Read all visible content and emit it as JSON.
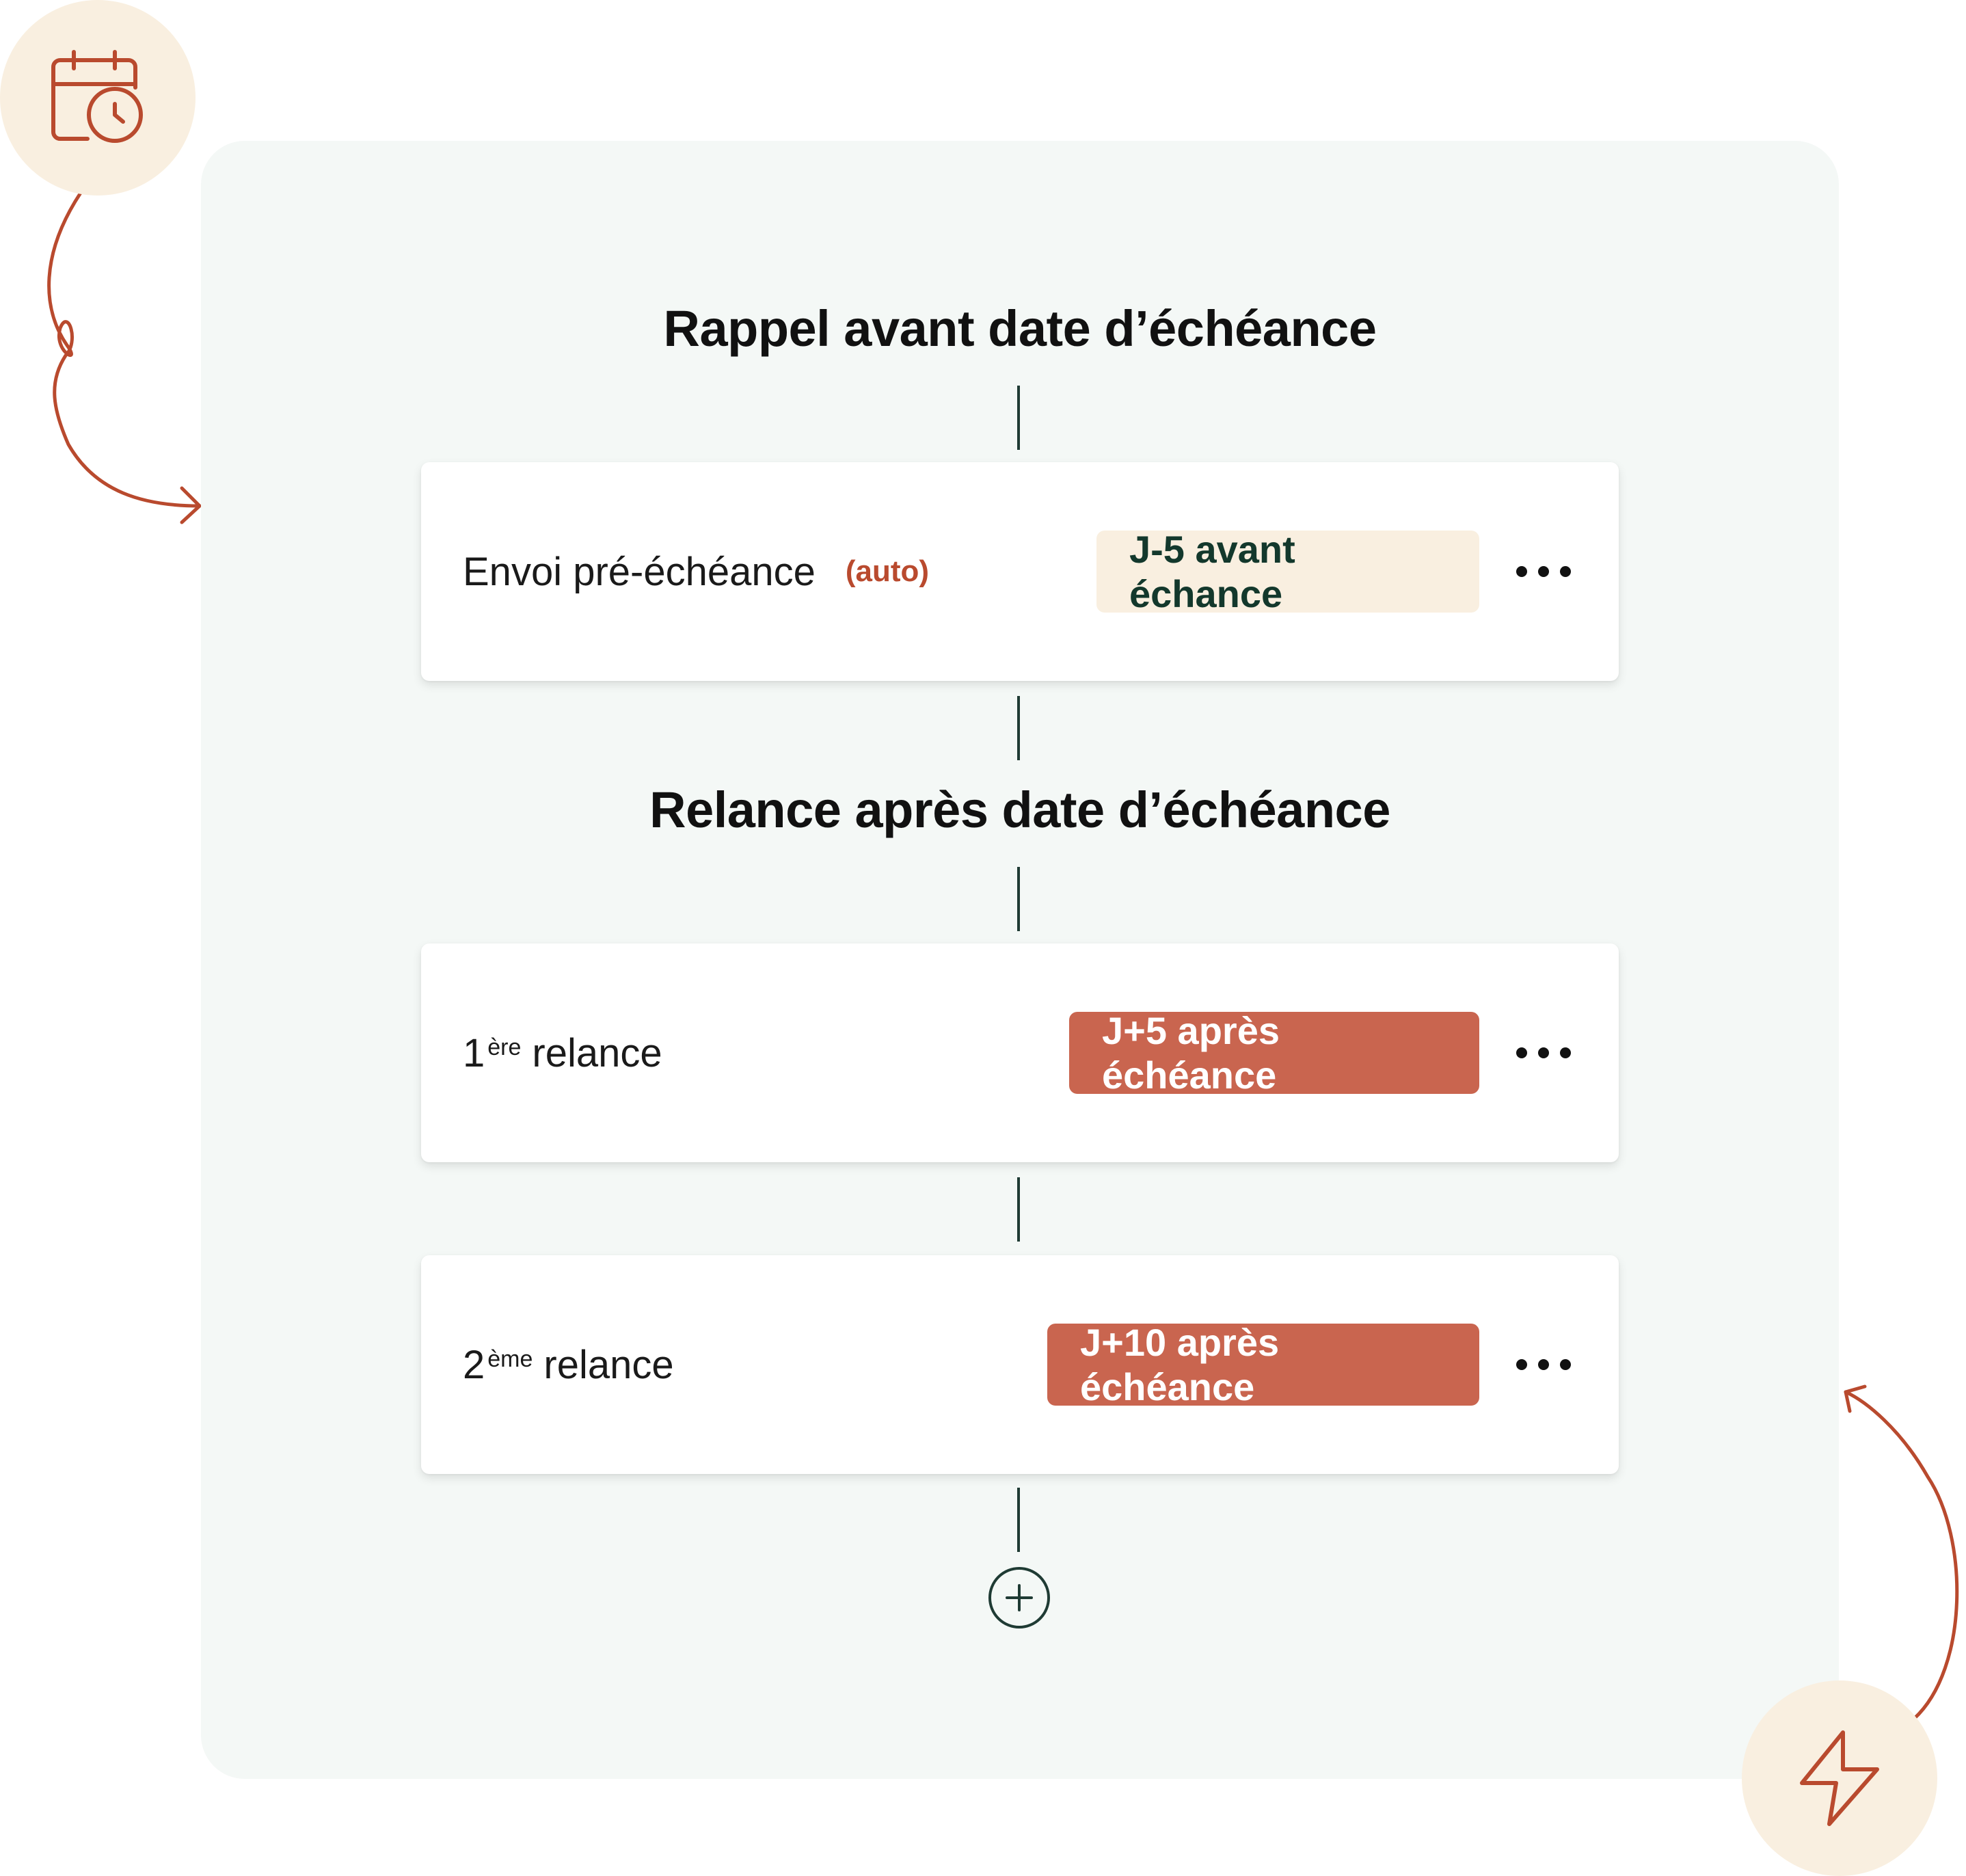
{
  "sections": {
    "before": {
      "title": "Rappel avant date d’échéance"
    },
    "after": {
      "title": "Relance après date d’échéance"
    }
  },
  "steps": [
    {
      "label": "Envoi pré-échéance",
      "tag": "(auto)",
      "badge": "J-5 avant échance"
    },
    {
      "num": "1",
      "sup": "ère",
      "label": "relance",
      "badge": "J+5 après échéance"
    },
    {
      "num": "2",
      "sup": "ème",
      "label": "relance",
      "badge": "J+10 après échéance"
    }
  ],
  "icons": {
    "top_left": "calendar-clock-icon",
    "bottom_right": "lightning-icon",
    "menu": "more-horizontal-icon",
    "add": "plus-circle-icon"
  },
  "colors": {
    "accent": "#c9654f",
    "accent_dark": "#b94a2e",
    "badge_pre_bg": "#f9efe0",
    "badge_pre_text": "#13382c",
    "panel_bg": "#f4f8f6",
    "line": "#1f3b34"
  }
}
